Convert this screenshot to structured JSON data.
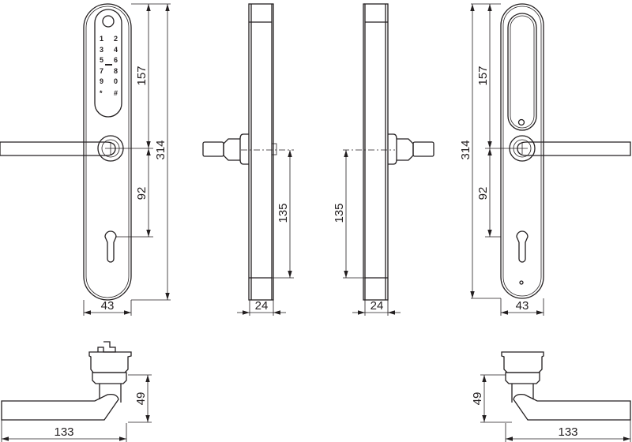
{
  "keypad": {
    "keys": [
      "1",
      "2",
      "3",
      "4",
      "5",
      "6",
      "7",
      "8",
      "9",
      "0",
      "*",
      "#"
    ]
  },
  "dimensions": {
    "left_front": {
      "upper": "157",
      "lower": "92",
      "total": "314",
      "width": "43"
    },
    "side_left": {
      "offset": "135",
      "depth": "24"
    },
    "side_right": {
      "offset": "135",
      "depth": "24"
    },
    "right_front": {
      "upper": "157",
      "lower": "92",
      "total": "314",
      "width": "43"
    },
    "top_left": {
      "projection": "49",
      "length": "133"
    },
    "top_right": {
      "projection": "49",
      "length": "133"
    }
  }
}
